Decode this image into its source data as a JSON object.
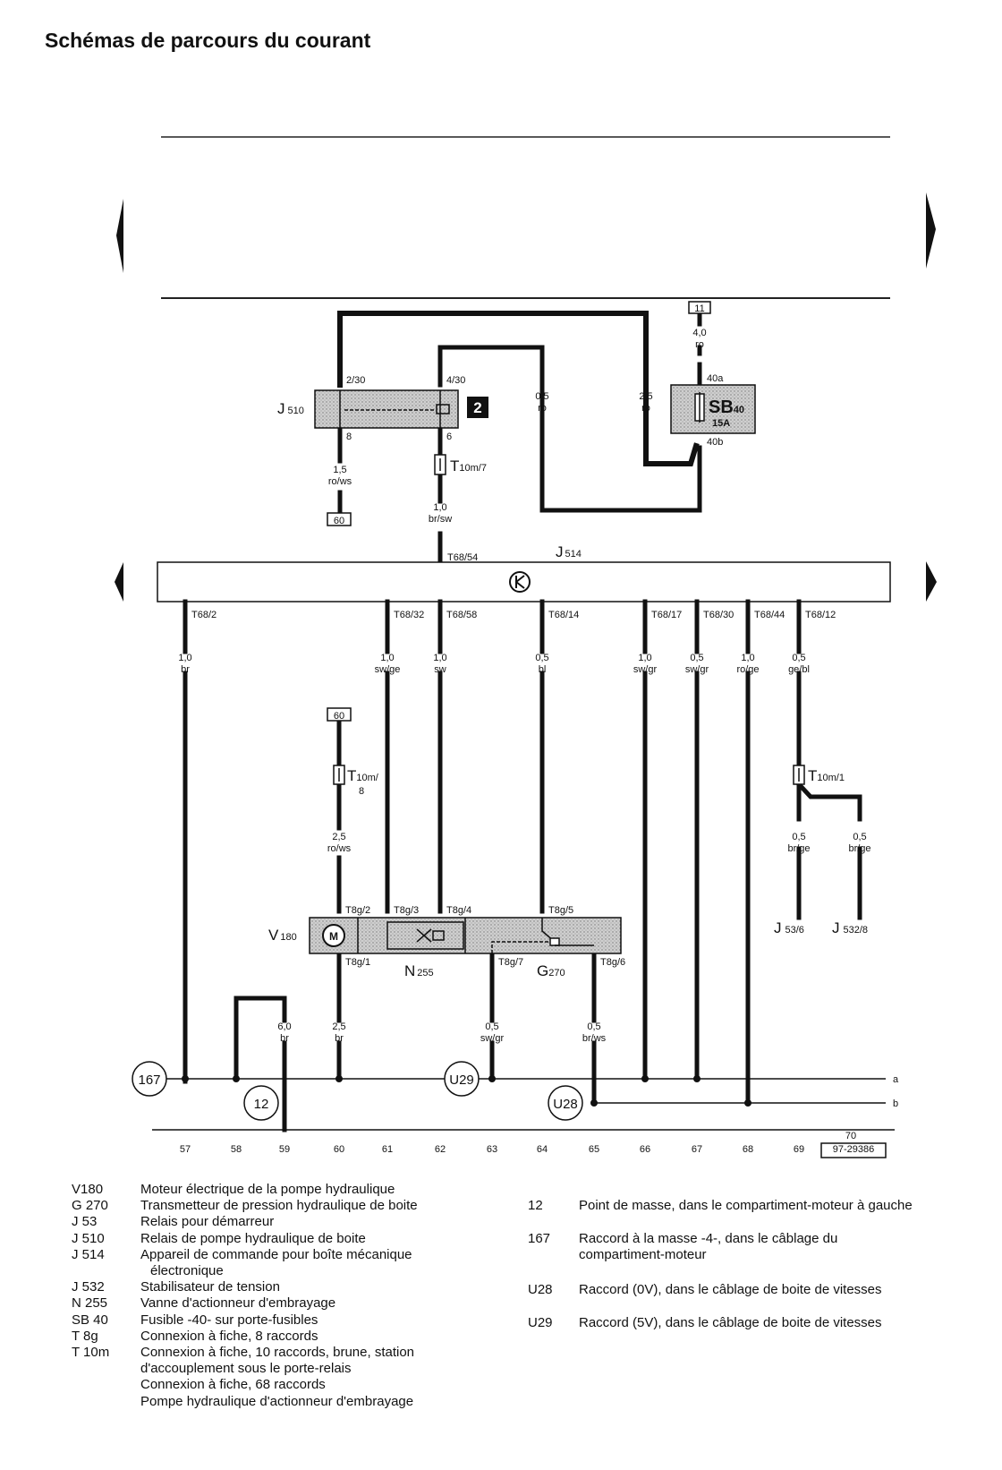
{
  "title": "Schémas de parcours du courant",
  "diagram_ref": "97-29386",
  "components": {
    "j510": {
      "letter": "J",
      "num": "510",
      "pin_in": "2/30",
      "pin_out": "8",
      "pin_in2": "4/30",
      "pin_out2": "6"
    },
    "badge": "2",
    "sb40": {
      "main": "SB",
      "num": "40",
      "rating": "15A",
      "pin_in": "40a",
      "pin_out": "40b"
    },
    "j514": {
      "letter": "J",
      "num": "514"
    },
    "v180": {
      "letter": "V",
      "num": "180"
    },
    "n255": {
      "letter": "N",
      "num": "255"
    },
    "g270": {
      "letter": "G",
      "num": "270"
    },
    "j53_6": {
      "letter": "J",
      "num": "53/6"
    },
    "j532_8": {
      "letter": "J",
      "num": "532/8"
    },
    "t10m7": {
      "letter": "T",
      "num": "10m/7"
    },
    "t10m8": {
      "letter": "T",
      "num": "10m/",
      "sub2": "8"
    },
    "t10m1": {
      "letter": "T",
      "num": "10m/1"
    }
  },
  "refboxes": {
    "r11": "11",
    "r60a": "60",
    "r60b": "60"
  },
  "wires": {
    "w_11": {
      "size": "4,0",
      "color": "ro"
    },
    "w_j510_8": {
      "size": "1,5",
      "color": "ro/ws"
    },
    "w_j510_6": {
      "size": "1,0",
      "color": "br/sw"
    },
    "w_05ro": {
      "size": "0,5",
      "color": "ro"
    },
    "w_25ro": {
      "size": "2,5",
      "color": "ro"
    },
    "w_57": {
      "size": "1,0",
      "color": "br"
    },
    "w_61": {
      "size": "1,0",
      "color": "sw/ge"
    },
    "w_62": {
      "size": "1,0",
      "color": "sw"
    },
    "w_64": {
      "size": "0,5",
      "color": "bl"
    },
    "w_66": {
      "size": "1,0",
      "color": "sw/gr"
    },
    "w_67": {
      "size": "0,5",
      "color": "sw/gr"
    },
    "w_68": {
      "size": "1,0",
      "color": "ro/ge"
    },
    "w_69": {
      "size": "0,5",
      "color": "ge/bl"
    },
    "w_60": {
      "size": "2,5",
      "color": "ro/ws"
    },
    "w_69a": {
      "size": "0,5",
      "color": "br/ge"
    },
    "w_69b": {
      "size": "0,5",
      "color": "br/ge"
    },
    "w_59": {
      "size": "6,0",
      "color": "br"
    },
    "w_60b": {
      "size": "2,5",
      "color": "br"
    },
    "w_63": {
      "size": "0,5",
      "color": "sw/gr"
    },
    "w_65": {
      "size": "0,5",
      "color": "br/ws"
    }
  },
  "pins": {
    "t68_54": "T68/54",
    "t68_2": "T68/2",
    "t68_32": "T68/32",
    "t68_58": "T68/58",
    "t68_14": "T68/14",
    "t68_17": "T68/17",
    "t68_30": "T68/30",
    "t68_44": "T68/44",
    "t68_12": "T68/12",
    "t8g_2": "T8g/2",
    "t8g_3": "T8g/3",
    "t8g_4": "T8g/4",
    "t8g_5": "T8g/5",
    "t8g_1": "T8g/1",
    "t8g_7": "T8g/7",
    "t8g_6": "T8g/6"
  },
  "grounds": {
    "g167": "167",
    "g12": "12",
    "u29": "U29",
    "u28": "U28"
  },
  "bus_labels": {
    "a": "a",
    "b": "b"
  },
  "columns": [
    "57",
    "58",
    "59",
    "60",
    "61",
    "62",
    "63",
    "64",
    "65",
    "66",
    "67",
    "68",
    "69",
    "70"
  ],
  "legend_left": [
    {
      "code": "V180",
      "text": "Moteur électrique de la pompe hydraulique"
    },
    {
      "code": "G 270",
      "text": "Transmetteur de pression hydraulique de boite"
    },
    {
      "code": "J 53",
      "text": "Relais pour démarreur"
    },
    {
      "code": "J 510",
      "text": "Relais de pompe hydraulique de boite"
    },
    {
      "code": "J 514",
      "text": "Appareil de commande pour boîte mécanique"
    },
    {
      "code": "",
      "text": "électronique"
    },
    {
      "code": "J 532",
      "text": "Stabilisateur de tension"
    },
    {
      "code": "N 255",
      "text": "Vanne d'actionneur d'embrayage"
    },
    {
      "code": "SB 40",
      "text": "Fusible -40- sur porte-fusibles"
    },
    {
      "code": "T 8g",
      "text": "Connexion à fiche, 8 raccords"
    },
    {
      "code": "T 10m",
      "text": "Connexion à fiche, 10 raccords, brune, station"
    },
    {
      "code": "",
      "text": "d'accouplement sous le porte-relais"
    },
    {
      "code": "",
      "text": "Connexion à fiche, 68 raccords"
    },
    {
      "code": "",
      "text": "Pompe hydraulique d'actionneur d'embrayage"
    }
  ],
  "legend_right": [
    {
      "code": "12",
      "lines": [
        "Point de masse, dans le compartiment-moteur à gauche"
      ]
    },
    {
      "code": "167",
      "lines": [
        "Raccord à la masse -4-, dans le câblage du",
        "compartiment-moteur"
      ]
    },
    {
      "code": "U28",
      "lines": [
        "Raccord (0V), dans le câblage de boite de vitesses"
      ]
    },
    {
      "code": "U29",
      "lines": [
        "Raccord (5V), dans le câblage de boite de vitesses"
      ]
    }
  ]
}
